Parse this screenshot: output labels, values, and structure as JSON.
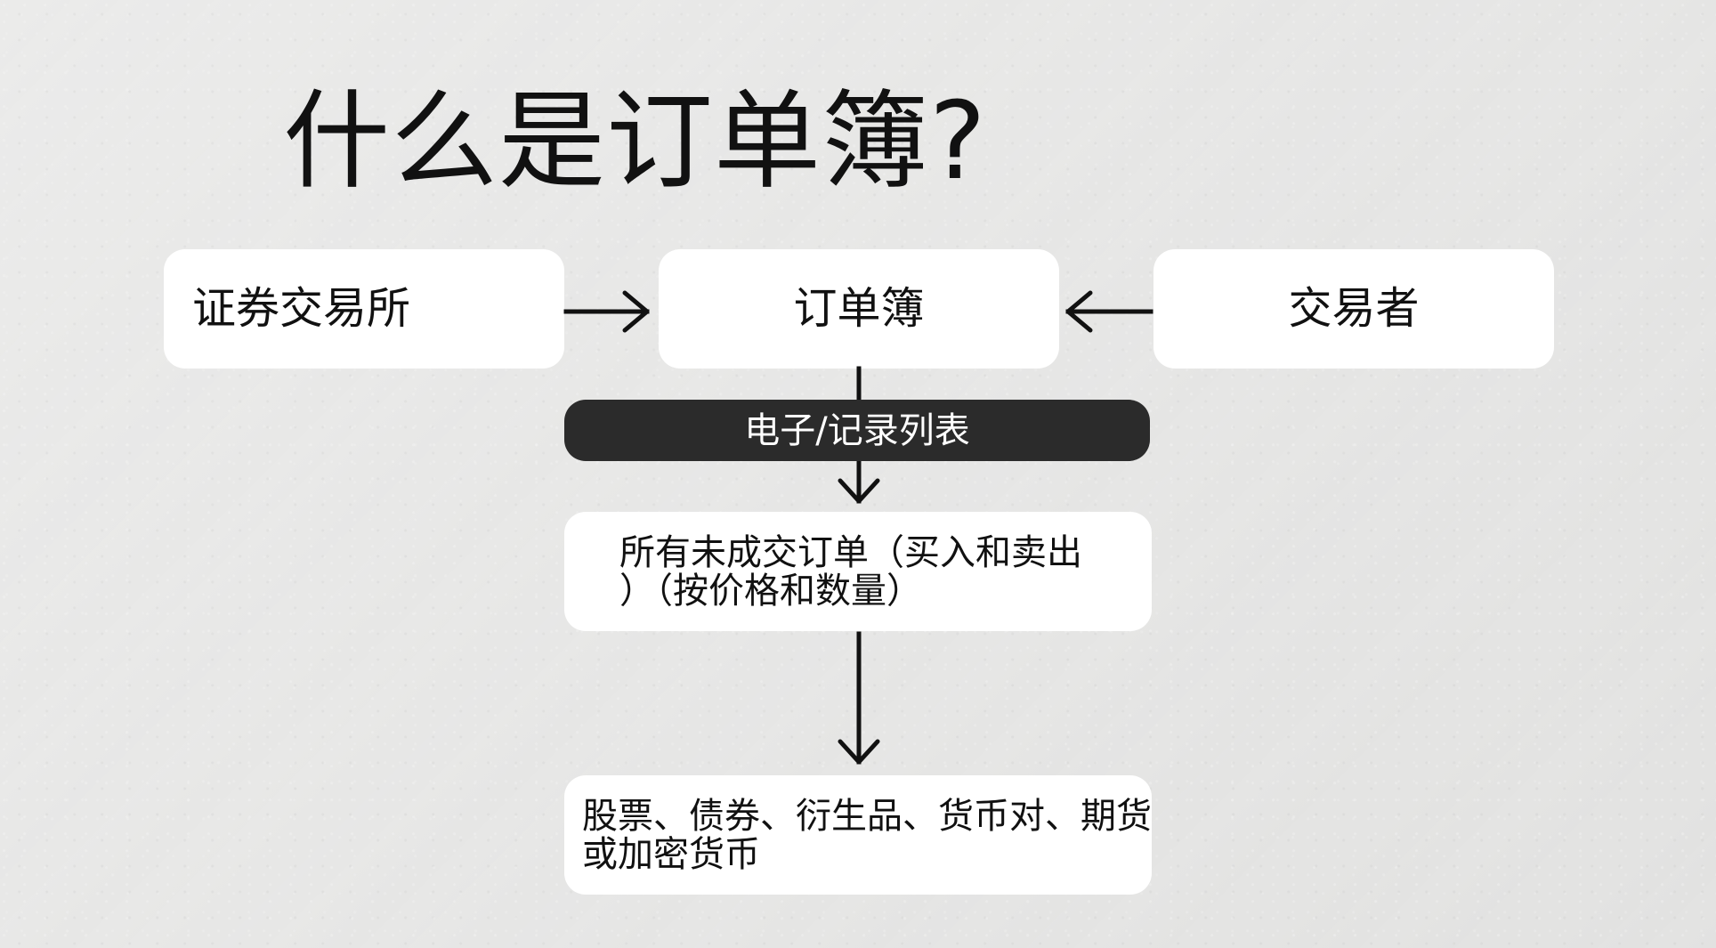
{
  "title": "什么是订单簿?",
  "nodes": {
    "exchange": "证券交易所",
    "order_book": "订单簿",
    "trader": "交易者",
    "record_list": "电子/记录列表",
    "unfilled_orders": "所有未成交订单（买入和卖出\n）（按价格和数量）",
    "assets": "股票、债券、衍生品、货币对、期货\n或加密货币"
  },
  "colors": {
    "background": "#e7e7e6",
    "box": "#ffffff",
    "pill": "#2b2b2b",
    "text": "#111111",
    "pill_text": "#ffffff"
  }
}
